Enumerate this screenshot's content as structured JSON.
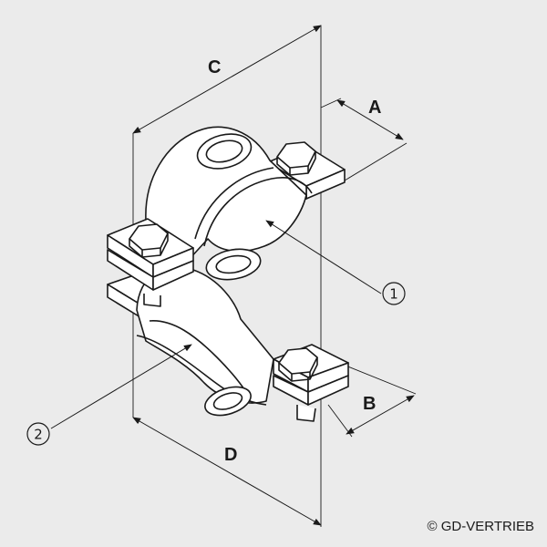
{
  "dimensions": {
    "a": "A",
    "b": "B",
    "c": "C",
    "d": "D"
  },
  "callouts": {
    "upper_clamp": "1",
    "lower_clamp": "2"
  },
  "copyright": "© GD-VERTRIEB",
  "colors": {
    "background": "#ebebeb",
    "part_fill": "#ffffff",
    "line": "#1a1a1a"
  }
}
